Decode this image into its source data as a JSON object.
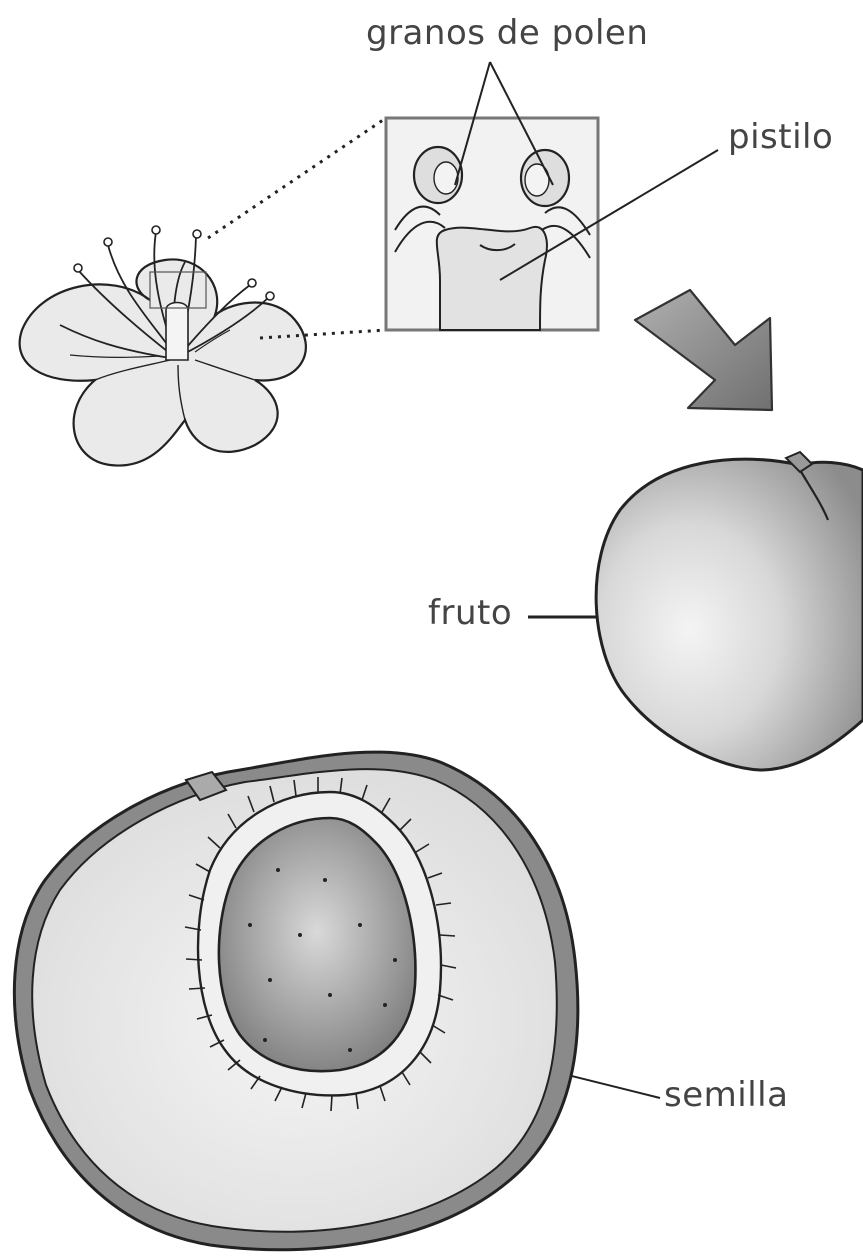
{
  "labels": {
    "pollen": "granos de polen",
    "pistil": "pistilo",
    "fruit": "fruto",
    "seed": "semilla"
  },
  "colors": {
    "ink": "#222222",
    "label": "#444444",
    "petal": "#e8e8e8",
    "fruit": "#b9b9b9",
    "fruit_highlight": "#efefef",
    "flesh": "#eeeeee",
    "seed": "#8a8a8a",
    "arrow": "#8f8f8f"
  },
  "icons": {
    "transition_arrow": "arrow-down-right-icon"
  }
}
